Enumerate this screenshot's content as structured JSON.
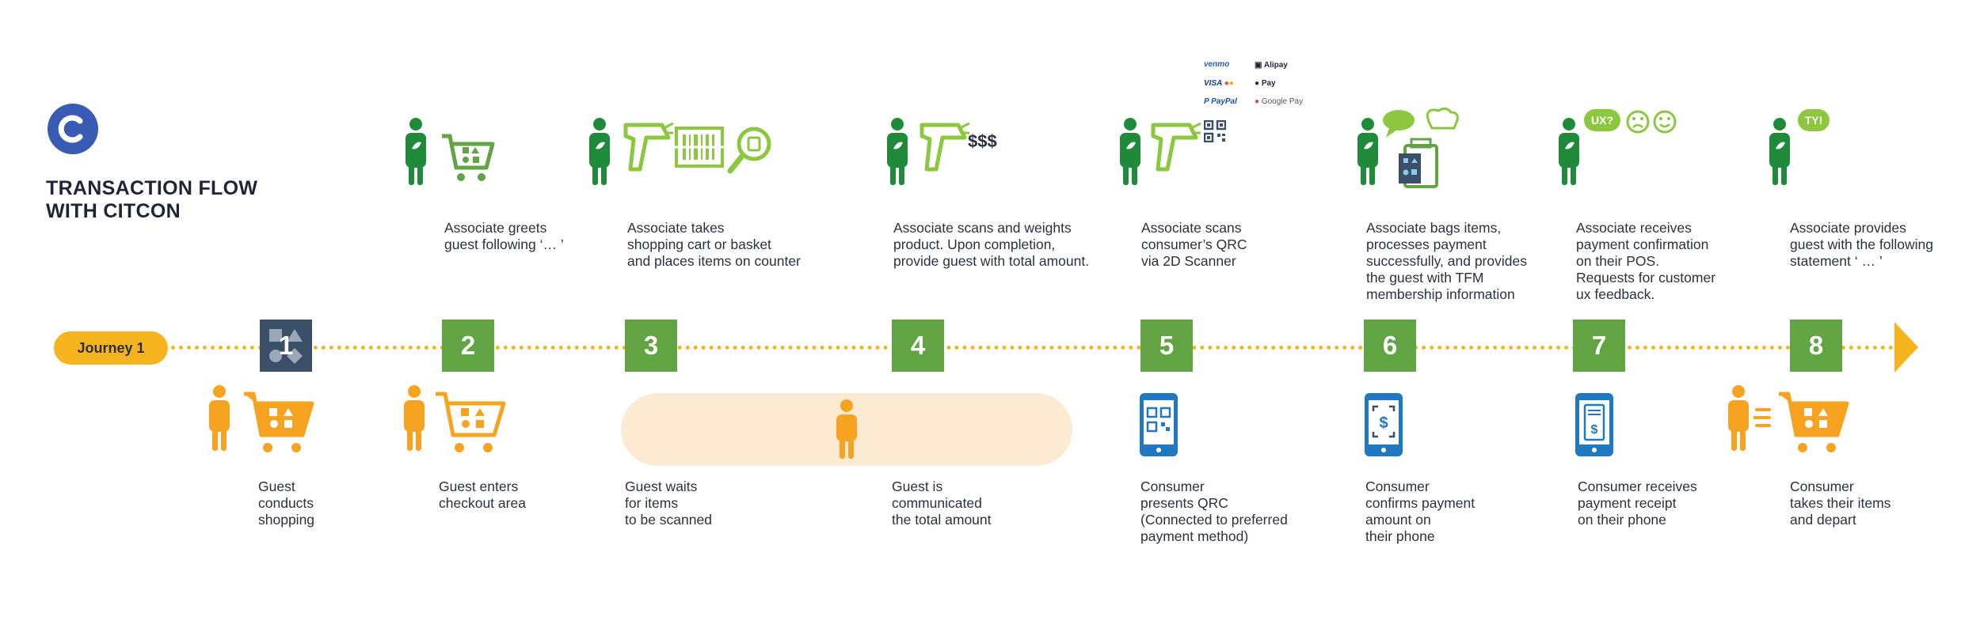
{
  "title_lines": [
    "TRANSACTION FLOW",
    "WITH CITCON"
  ],
  "journey_label": "Journey 1",
  "colors": {
    "green": "#62a344",
    "dark_green": "#1f8a3a",
    "light_green": "#8dc63f",
    "orange": "#f6a321",
    "blue": "#1f78c1",
    "track": "#f6b51e",
    "brand": "#3a5bb4"
  },
  "steps": [
    {
      "number": "1",
      "associate": "",
      "guest": "Guest\nconducts\nshopping"
    },
    {
      "number": "2",
      "associate": "Associate greets\nguest following ‘…  ’",
      "guest": "Guest enters\ncheckout area"
    },
    {
      "number": "3",
      "associate": "Associate takes\nshopping cart or basket\nand places items on counter",
      "guest": "Guest waits\nfor items\nto be scanned"
    },
    {
      "number": "4",
      "associate": "Associate scans and weights\nproduct. Upon completion,\nprovide guest with total amount.",
      "guest": "Guest is\ncommunicated\nthe total amount"
    },
    {
      "number": "5",
      "associate": "Associate scans\nconsumer’s QRC\nvia 2D Scanner",
      "guest": "Consumer\npresents QRC\n(Connected to preferred\npayment method)"
    },
    {
      "number": "6",
      "associate": "Associate bags items,\nprocesses payment\nsuccessfully, and provides\nthe guest with TFM\nmembership information",
      "guest": "Consumer\nconfirms payment\namount on\ntheir phone"
    },
    {
      "number": "7",
      "associate": "Associate receives\npayment confirmation\non their POS.\nRequests for customer\nux feedback.",
      "guest": "Consumer receives\npayment receipt\non their phone"
    },
    {
      "number": "8",
      "associate": "Associate provides\nguest with the following\nstatement ‘ … ’",
      "guest": "Consumer\ntakes their items\nand depart"
    }
  ],
  "icon_text": {
    "dollars": "$$$",
    "ux": "UX?",
    "ty": "TY!",
    "phone_dollar": "$"
  },
  "payment_logos": [
    "venmo",
    "Alipay",
    "VISA",
    "Pay",
    "PayPal",
    "Google Pay"
  ]
}
